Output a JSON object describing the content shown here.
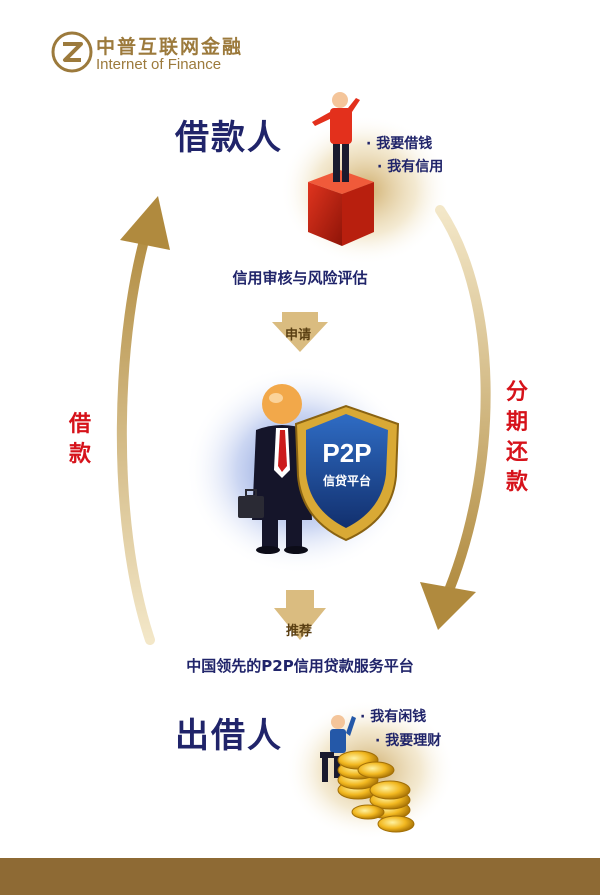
{
  "brand": {
    "name_cn": "中普互联网金融",
    "name_en": "Internet of Finance"
  },
  "borrower": {
    "title": "借款人",
    "bullets": [
      "我要借钱",
      "我有信用"
    ]
  },
  "credit_review": "信用审核与风险评估",
  "apply_label": "申请",
  "platform": {
    "badge": "P2P",
    "badge_sub": "信贷平台"
  },
  "recommend_label": "推荐",
  "tagline": "中国领先的P2P信用贷款服务平台",
  "lender": {
    "title": "出借人",
    "bullets": [
      "我有闲钱",
      "我要理财"
    ]
  },
  "left_arrow_label": "借款",
  "right_arrow_label": "分期还款",
  "colors": {
    "navy": "#20246a",
    "gold": "#b8944a",
    "red": "#d6121a",
    "bar": "#8e6a34"
  }
}
